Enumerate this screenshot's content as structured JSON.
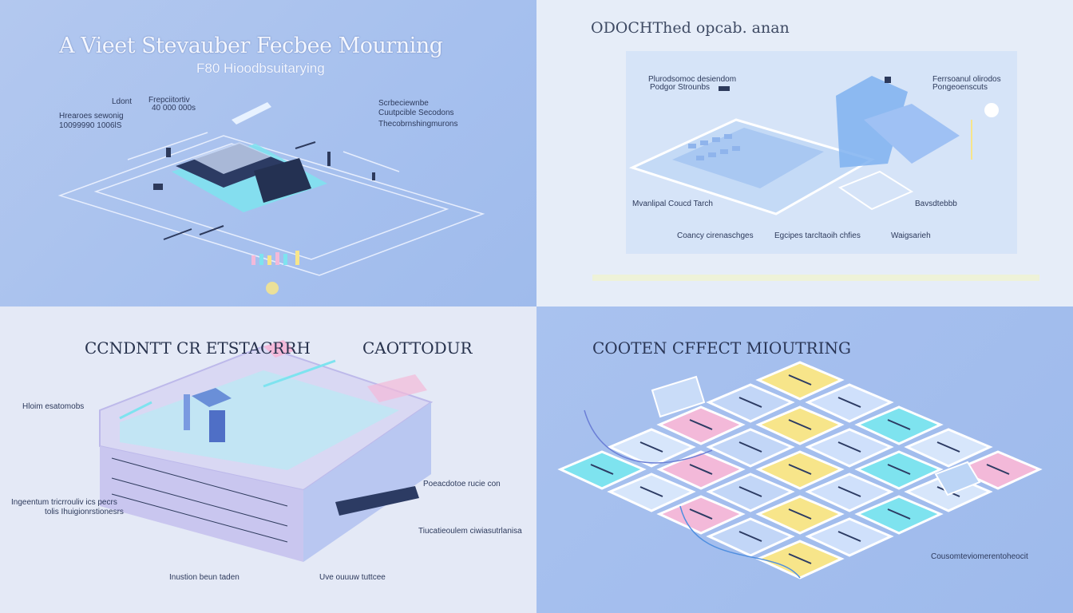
{
  "panel_top_left": {
    "title": "A Vieet Stevauber Fecbee Mourning",
    "subtitle": "F80 Hioodbsuitarying",
    "label_left_top": "Ldont",
    "label_left_a": "Hrearoes sewonig",
    "label_left_b": "10099990 1006lS",
    "label_center_a": "Frepciitortiv",
    "label_center_b": "40 000 000s",
    "label_right_a": "Scrbeciewnbe",
    "label_right_b": "Cuutpcible Secodons",
    "label_right_c": "Thecobrnshingmurons"
  },
  "panel_top_right": {
    "title": "ODOCHThed opcab. anan",
    "label_tl_a": "Plurodsomoc desiendom",
    "label_tl_b": "Podgor Strounbs",
    "label_tr_a": "Ferrsoanul olirodos",
    "label_tr_b": "Pongeoenscuts",
    "label_mid_left": "Mvanlipal Coucd Tarch",
    "label_mid_right": "Bavsdtebbb",
    "label_bottom": "Coancy cirenaschges",
    "label_bottom_b": "Egcipes tarcltaoih chfies",
    "label_bottom_c": "Waigsarieh"
  },
  "panel_bottom_left": {
    "title_left": "CCNDNTT CR ETSTACRRH",
    "title_right": "CAOTTODUR",
    "label_left": "Hloim esatomobs",
    "label_right_top": "Poeacdotoe rucie con",
    "label_left_bottom_a": "Ingeentum tricrrouliv ics pecrs",
    "label_left_bottom_b": "tolis Ihuigionrstionesrs",
    "label_right_bottom": "Tiucatieoulem ciwiasutrlanisa",
    "label_bottom_a": "Inustion beun taden",
    "label_bottom_b": "Uve ouuuw tuttcee"
  },
  "panel_bottom_right": {
    "title": "COOTEN CFFECT MIOUTRING",
    "label_right": "Cousomteviomerentoheocit"
  },
  "colors": {
    "panel1_bg": "#a6c0ee",
    "panel2_bg": "#e6edf8",
    "panel3_bg": "#e4e9f6",
    "panel4_bg": "#9ebaec",
    "accent_cyan": "#7ee3ef",
    "accent_navy": "#2c3b63",
    "accent_pink": "#f3b9d9",
    "accent_yellow": "#f7e58a"
  }
}
